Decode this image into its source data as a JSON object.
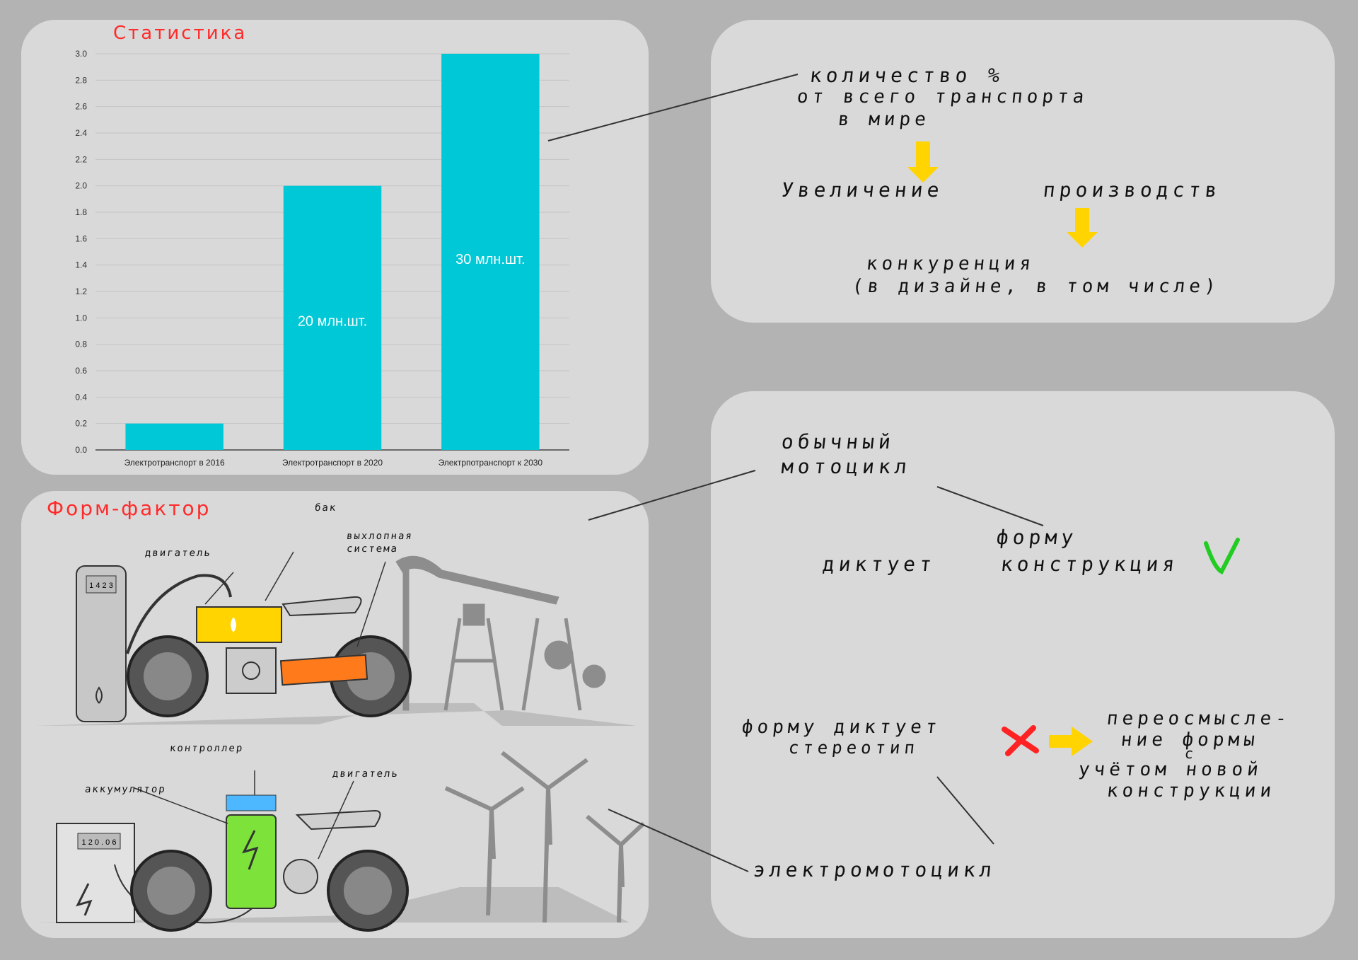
{
  "stats_title": "Статистика",
  "chart_data": {
    "type": "bar",
    "categories": [
      "Электротранспорт в 2016",
      "Электротранспорт в 2020",
      "Электрпотранспорт к 2030"
    ],
    "values": [
      0.2,
      2.0,
      3.0
    ],
    "data_labels": [
      "",
      "20 млн.шт.",
      "30 млн.шт."
    ],
    "yticks": [
      "0.0",
      "0.2",
      "0.4",
      "0.6",
      "0.8",
      "1.0",
      "1.2",
      "1.4",
      "1.6",
      "1.8",
      "2.0",
      "2.2",
      "2.4",
      "2.6",
      "2.8",
      "3.0"
    ],
    "ylim": [
      0,
      3.0
    ],
    "grid": true,
    "bar_color": "#00c8d7"
  },
  "notes_top": {
    "line1": "количество %",
    "line2": "от всего транспорта",
    "line3": "в мире",
    "increase": "Увеличение",
    "production": "производств",
    "competition": "конкуренция",
    "in_design": "(в дизайне, в том числе)"
  },
  "form_factor": {
    "title": "Форм-фактор",
    "labels": {
      "tank": "бак",
      "engine_top": "двигатель",
      "exhaust_1": "выхлопная",
      "exhaust_2": "система",
      "controller": "контроллер",
      "battery": "аккумулятор",
      "engine_bottom": "двигатель",
      "pump_display": "1 4 2 3",
      "charger_display": "1 2 0 . 0 6"
    }
  },
  "notes_bottom": {
    "ordinary_1": "обычный",
    "ordinary_2": "мотоцикл",
    "form": "форму",
    "dictates": "диктует",
    "construction": "конструкция",
    "form_dictates": "форму диктует",
    "stereotype": "стереотип",
    "rethink_1": "переосмысле-",
    "rethink_2": "ние формы",
    "rethink_3": "с",
    "rethink_4": "учётом новой",
    "rethink_5": "конструкции",
    "electro": "электромотоцикл"
  },
  "colors": {
    "accent_arrow": "#ffd400",
    "check": "#22cc22",
    "cross": "#ff2222",
    "title_red": "#ff2a2a"
  }
}
